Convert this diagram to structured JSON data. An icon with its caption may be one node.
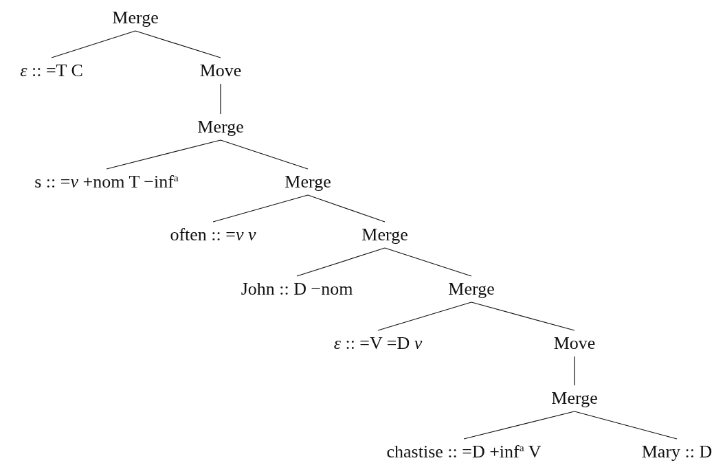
{
  "diagram": {
    "nodes": [
      {
        "text": [
          "Merge"
        ]
      },
      {
        "text": [
          "*ε* :: =T C"
        ]
      },
      {
        "text": [
          "Move"
        ]
      },
      {
        "text": [
          "Merge"
        ]
      },
      {
        "text": [
          "s :: =*ν* +nom T −inf$^{a}$"
        ]
      },
      {
        "text": [
          "Merge"
        ]
      },
      {
        "text": [
          "often :: =*ν* *ν*"
        ]
      },
      {
        "text": [
          "Merge"
        ]
      },
      {
        "text": [
          "John :: D −nom"
        ]
      },
      {
        "text": [
          "Merge"
        ]
      },
      {
        "text": [
          "*ε* :: =V =D *ν*"
        ]
      },
      {
        "text": [
          "Move"
        ]
      },
      {
        "text": [
          "Merge"
        ]
      },
      {
        "text": [
          "chastise :: =D +inf$^{a}$ V"
        ]
      },
      {
        "text": [
          "Mary :: D"
        ]
      }
    ],
    "edges": [
      {
        "from": 0,
        "to": 1,
        "arrow": "none"
      },
      {
        "from": 0,
        "to": 2,
        "arrow": "none"
      },
      {
        "from": 2,
        "to": 3,
        "arrow": "none"
      },
      {
        "from": 3,
        "to": 4,
        "arrow": "none"
      },
      {
        "from": 3,
        "to": 5,
        "arrow": "none"
      },
      {
        "from": 5,
        "to": 6,
        "arrow": "none"
      },
      {
        "from": 5,
        "to": 7,
        "arrow": "none"
      },
      {
        "from": 7,
        "to": 8,
        "arrow": "none"
      },
      {
        "from": 7,
        "to": 9,
        "arrow": "none"
      },
      {
        "from": 9,
        "to": 10,
        "arrow": "none"
      },
      {
        "from": 9,
        "to": 11,
        "arrow": "none"
      },
      {
        "from": 11,
        "to": 12,
        "arrow": "none"
      },
      {
        "from": 12,
        "to": 13,
        "arrow": "none"
      },
      {
        "from": 12,
        "to": 14,
        "arrow": "none"
      }
    ]
  }
}
